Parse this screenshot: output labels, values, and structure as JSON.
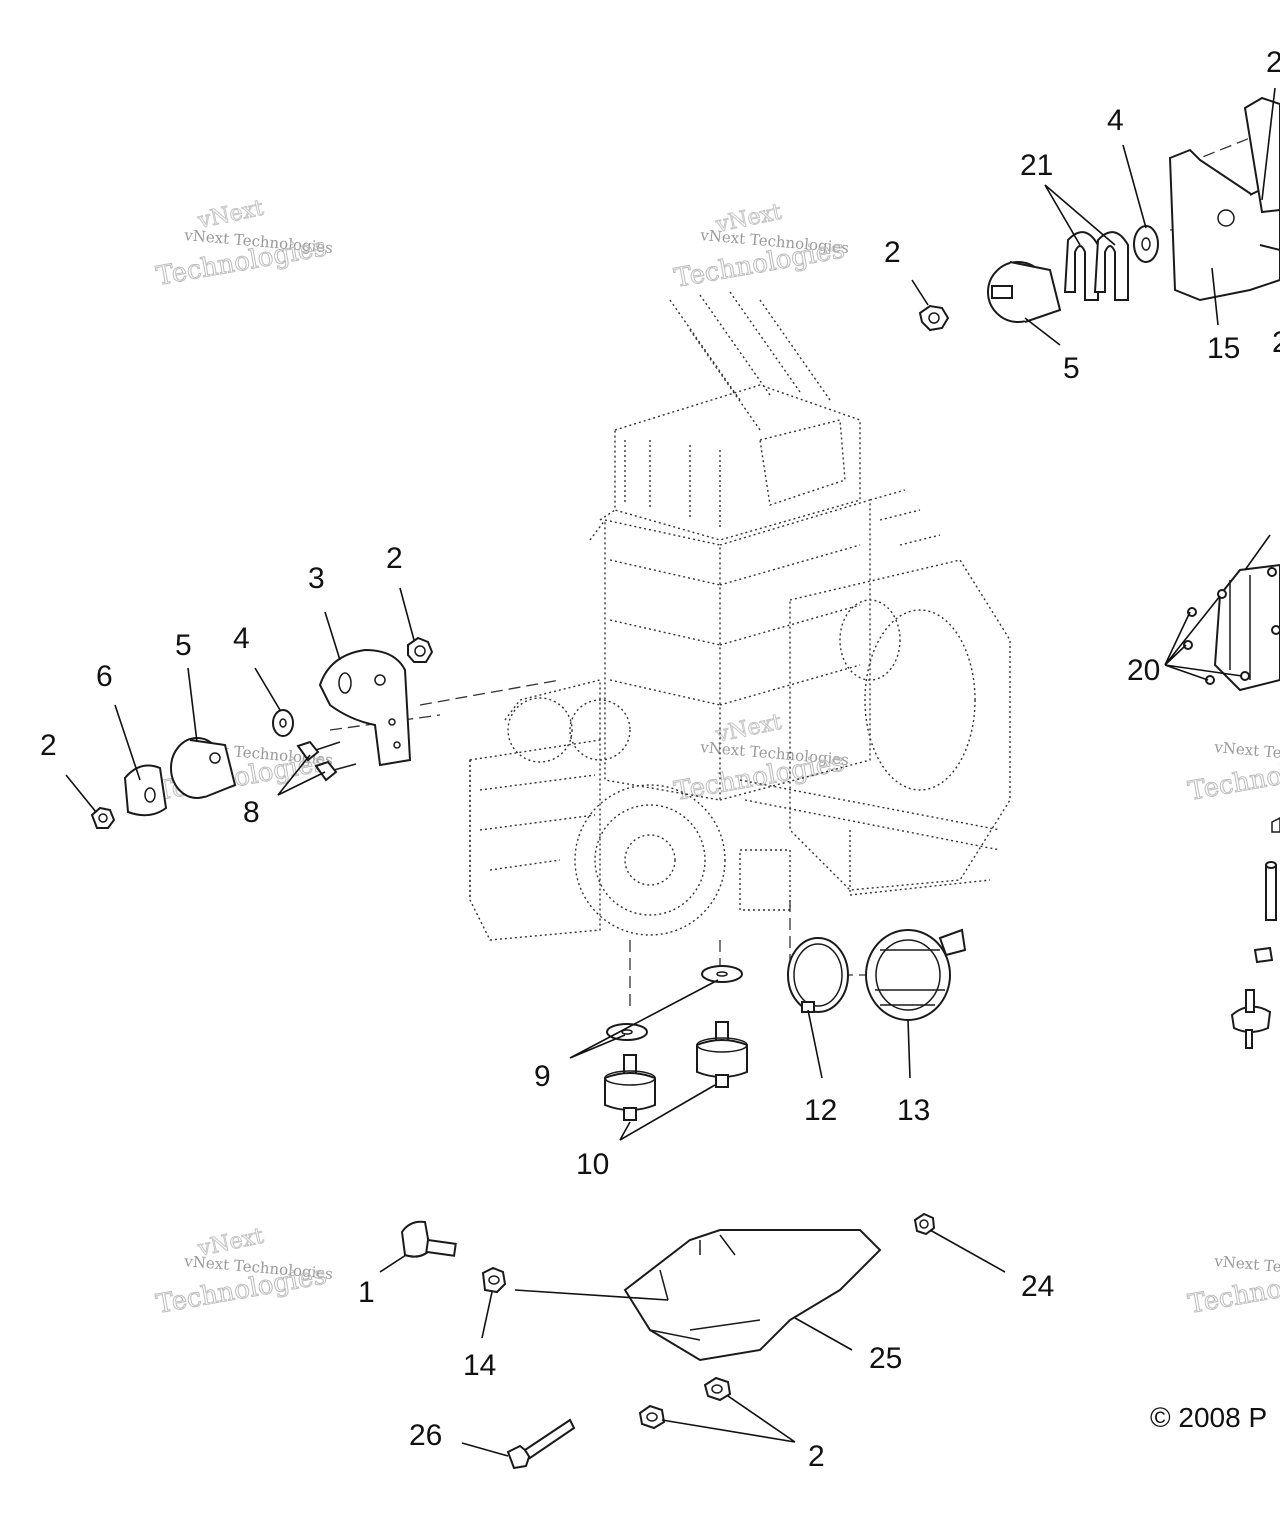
{
  "callouts": {
    "c2_top": "2",
    "c4_top": "4",
    "c21": "21",
    "c2_upper": "2",
    "c5_top": "5",
    "c15": "15",
    "c2_right_partial": "2",
    "c2_mount_left": "2",
    "c3": "3",
    "c5_left": "5",
    "c4_left": "4",
    "c6": "6",
    "c2_far_left": "2",
    "c8": "8",
    "c20": "20",
    "c9": "9",
    "c10": "10",
    "c12": "12",
    "c13": "13",
    "c1": "1",
    "c14": "14",
    "c24": "24",
    "c25": "25",
    "c26": "26",
    "c2_bottom": "2"
  },
  "watermark": {
    "line1": "vNext Technologies",
    "line2": "Technologies",
    "top": "vNext"
  },
  "copyright": "© 2008 P"
}
